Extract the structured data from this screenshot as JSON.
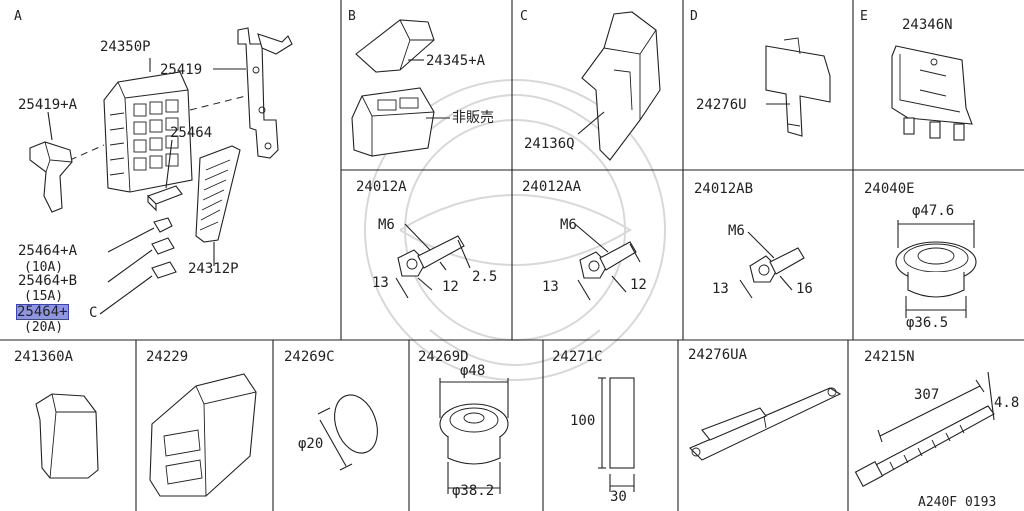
{
  "sections": [
    "A",
    "B",
    "C",
    "D",
    "E"
  ],
  "labels": {
    "p24350P": "24350P",
    "p25419": "25419",
    "p25419A": "25419+A",
    "p25464": "25464",
    "p25464A": "25464+A",
    "p10A": "(10A)",
    "p25464B": "25464+B",
    "p15A": "(15A)",
    "p25464C_a": "25464+",
    "p25464C_b": "C",
    "p20A": "(20A)",
    "p24312P": "24312P",
    "p24345A": "24345+A",
    "pHihanbai": "非販売",
    "p24136Q": "24136Q",
    "p24276U": "24276U",
    "p24346N": "24346N",
    "p24012A": "24012A",
    "p24012AA": "24012AA",
    "p24012AB": "24012AB",
    "p24040E": "24040E",
    "p241360A": "241360A",
    "p24229": "24229",
    "p24269C": "24269C",
    "p24269D": "24269D",
    "p24271C": "24271C",
    "p24276UA": "24276UA",
    "p24215N": "24215N"
  },
  "dims": {
    "m6_a": "M6",
    "d13_a": "13",
    "d12_a": "12",
    "d25_a": "2.5",
    "m6_aa": "M6",
    "d13_aa": "13",
    "d12_aa": "12",
    "m6_ab": "M6",
    "d13_ab": "13",
    "d16_ab": "16",
    "phi476": "φ47.6",
    "phi365": "φ36.5",
    "phi20": "φ20",
    "phi48": "φ48",
    "phi382": "φ38.2",
    "d100": "100",
    "d30": "30",
    "d307": "307",
    "d48": "4.8"
  },
  "footer_code": "A240F 0193"
}
